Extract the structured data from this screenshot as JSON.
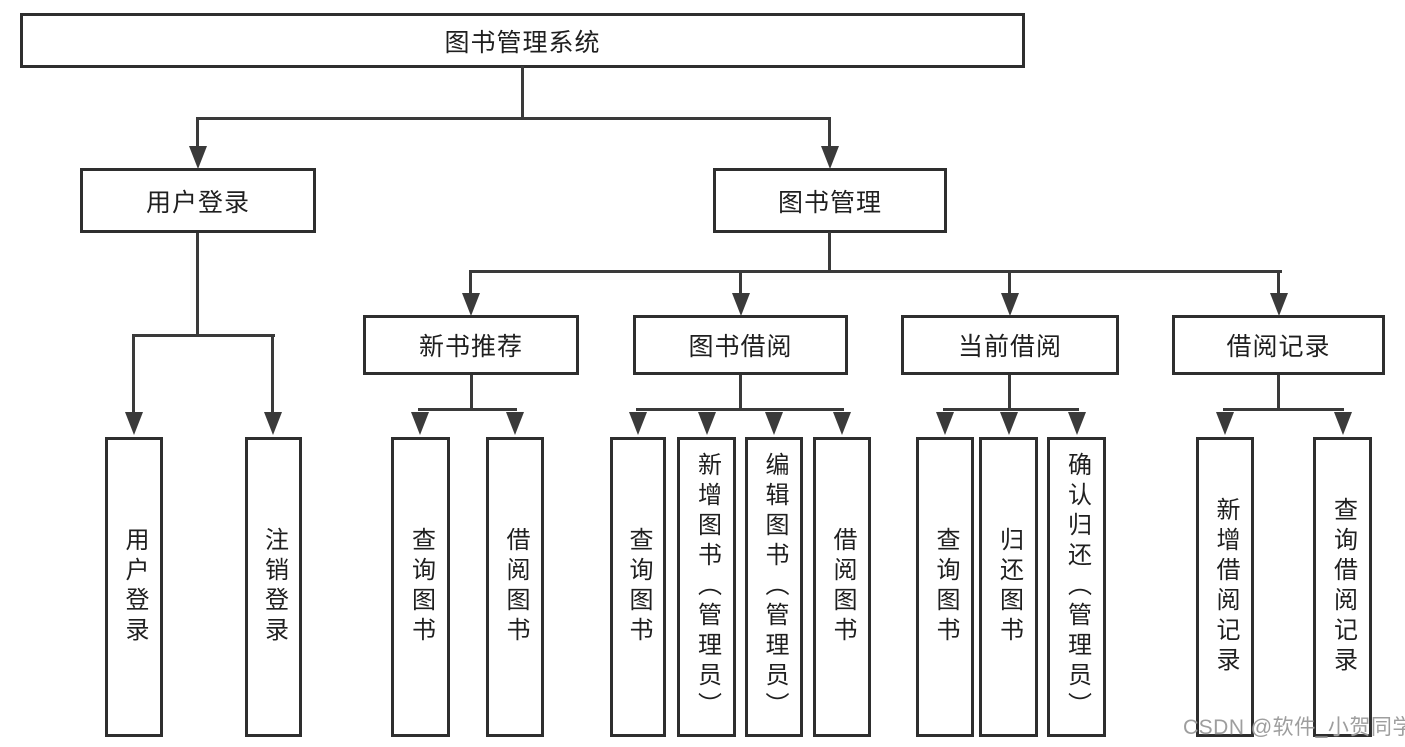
{
  "colors": {
    "background": "#ffffff",
    "line": "#3a3a3a",
    "box_border": "#2e2e2e",
    "text": "#1f1f1f",
    "watermark": "#9e9e9e"
  },
  "diagram": {
    "root": {
      "label": "图书管理系统"
    },
    "user_login": {
      "label": "用户登录",
      "children": [
        {
          "label": "用户登录"
        },
        {
          "label": "注销登录"
        }
      ]
    },
    "book_management": {
      "label": "图书管理",
      "sections": [
        {
          "label": "新书推荐",
          "children": [
            {
              "label": "查询图书"
            },
            {
              "label": "借阅图书"
            }
          ]
        },
        {
          "label": "图书借阅",
          "children": [
            {
              "label": "查询图书"
            },
            {
              "label": "新增图书（管理员）"
            },
            {
              "label": "编辑图书（管理员）"
            },
            {
              "label": "借阅图书"
            }
          ]
        },
        {
          "label": "当前借阅",
          "children": [
            {
              "label": "查询图书"
            },
            {
              "label": "归还图书"
            },
            {
              "label": "确认归还（管理员）"
            }
          ]
        },
        {
          "label": "借阅记录",
          "children": [
            {
              "label": "新增借阅记录"
            },
            {
              "label": "查询借阅记录"
            }
          ]
        }
      ]
    }
  },
  "watermark": {
    "text": "CSDN @软件_小贺同学"
  }
}
